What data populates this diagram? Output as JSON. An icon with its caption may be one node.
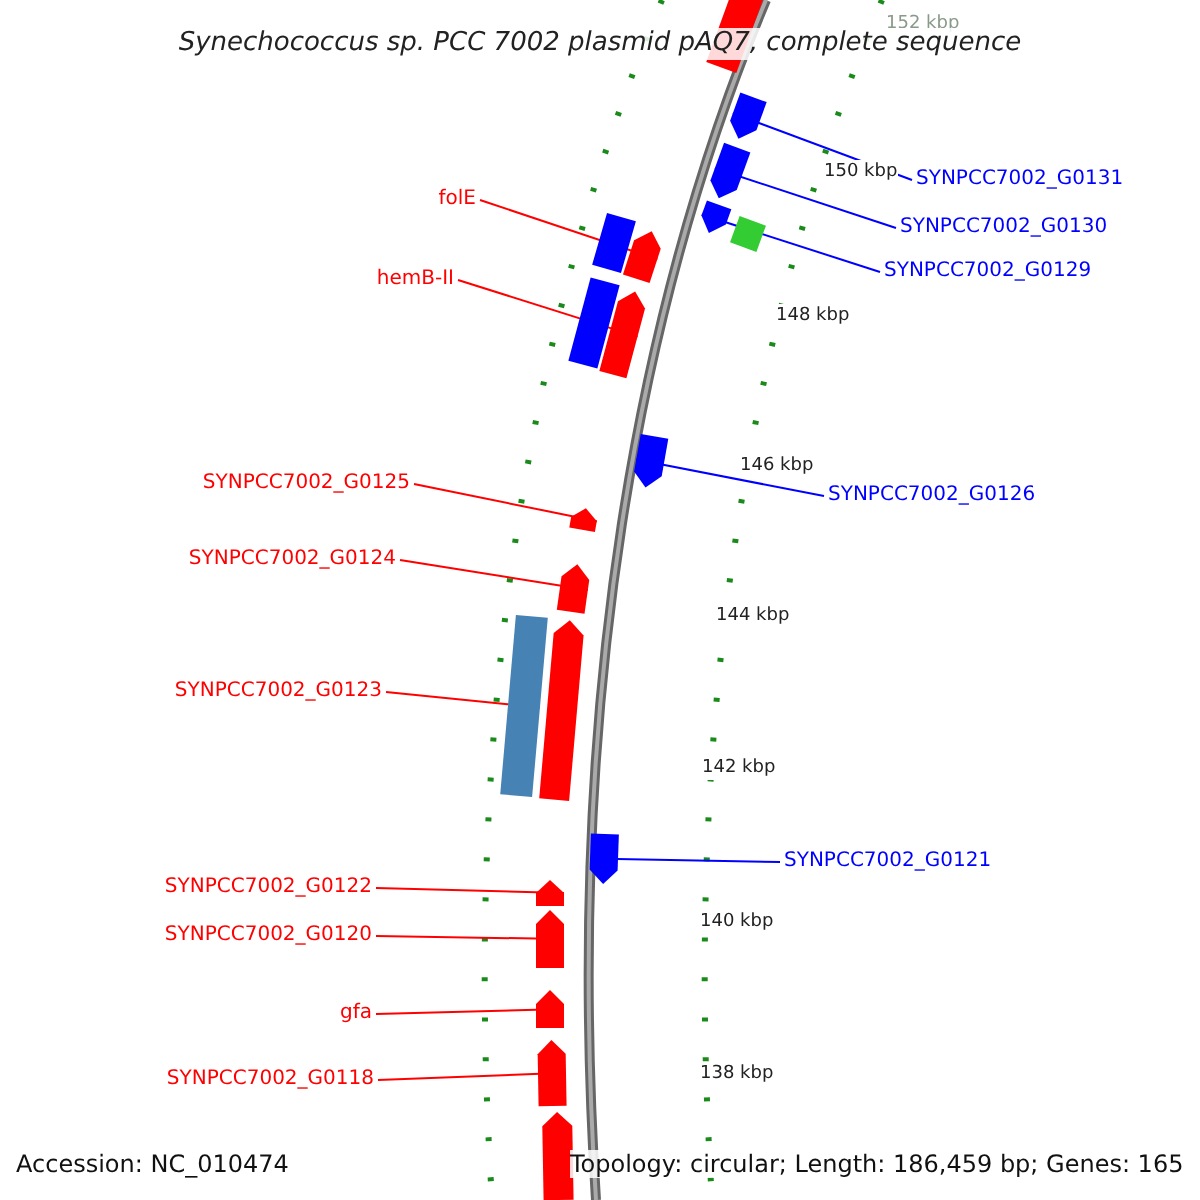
{
  "diagram": {
    "title": "Synechococcus sp. PCC 7002 plasmid pAQ7, complete sequence",
    "nodes": [
      {
        "text": [
          "SYNPCC7002_G0131"
        ]
      },
      {
        "text": [
          "folE"
        ]
      },
      {
        "text": [
          "SYNPCC7002_G0130"
        ]
      },
      {
        "text": [
          "SYNPCC7002_G0129"
        ]
      },
      {
        "text": [
          "hemB-II"
        ]
      },
      {
        "text": [
          "SYNPCC7002_G0125"
        ]
      },
      {
        "text": [
          "SYNPCC7002_G0126"
        ]
      },
      {
        "text": [
          "SYNPCC7002_G0124"
        ]
      },
      {
        "text": [
          "SYNPCC7002_G0123"
        ]
      },
      {
        "text": [
          "SYNPCC7002_G0121"
        ]
      },
      {
        "text": [
          "SYNPCC7002_G0122"
        ]
      },
      {
        "text": [
          "SYNPCC7002_G0120"
        ]
      },
      {
        "text": [
          "gfa"
        ]
      },
      {
        "text": [
          "SYNPCC7002_G0118"
        ]
      },
      {
        "text": [],
        "shape": "bar"
      },
      {
        "text": [],
        "shape": "bar"
      },
      {
        "text": [],
        "shape": "bar"
      },
      {
        "text": [],
        "shape": "bar"
      },
      {
        "text": [],
        "shape": "bar"
      },
      {
        "text": [],
        "shape": "bar"
      },
      {
        "text": [],
        "shape": "bar"
      },
      {
        "text": [],
        "shape": "bar"
      },
      {
        "text": [],
        "shape": "bar"
      },
      {
        "text": [],
        "shape": "bar"
      },
      {
        "text": [],
        "shape": "bar"
      },
      {
        "text": [],
        "shape": "bar"
      },
      {
        "text": [],
        "shape": "bar"
      },
      {
        "text": [],
        "shape": "bar"
      },
      {
        "text": [],
        "shape": "bar"
      }
    ],
    "edges": [
      {
        "from": 0,
        "to": 14,
        "arrow": "none",
        "color": "#0000ff"
      },
      {
        "from": 1,
        "to": 15,
        "arrow": "none"
      },
      {
        "from": 2,
        "to": 16,
        "arrow": "none",
        "color": "#0000ff"
      },
      {
        "from": 3,
        "to": 17,
        "arrow": "none",
        "color": "#0000ff"
      },
      {
        "from": 4,
        "to": 18,
        "arrow": "none"
      },
      {
        "from": 5,
        "to": 19,
        "arrow": "none"
      },
      {
        "from": 6,
        "to": 20,
        "arrow": "none",
        "color": "#0000ff"
      },
      {
        "from": 7,
        "to": 21,
        "arrow": "none"
      },
      {
        "from": 8,
        "to": 22,
        "arrow": "none"
      },
      {
        "from": 9,
        "to": 23,
        "arrow": "none",
        "color": "#0000ff"
      },
      {
        "from": 10,
        "to": 24,
        "arrow": "none"
      },
      {
        "from": 11,
        "to": 25,
        "arrow": "none"
      },
      {
        "from": 12,
        "to": 26,
        "arrow": "none"
      },
      {
        "from": 13,
        "to": 27,
        "arrow": "none"
      }
    ],
    "labels": [
      "152 kbp",
      "150 kbp",
      "148 kbp",
      "146 kbp",
      "144 kbp",
      "142 kbp",
      "140 kbp",
      "138 kbp",
      "Accession: NC_010474",
      "Topology: circular; Length: 186,459 bp; Genes: 165"
    ]
  }
}
